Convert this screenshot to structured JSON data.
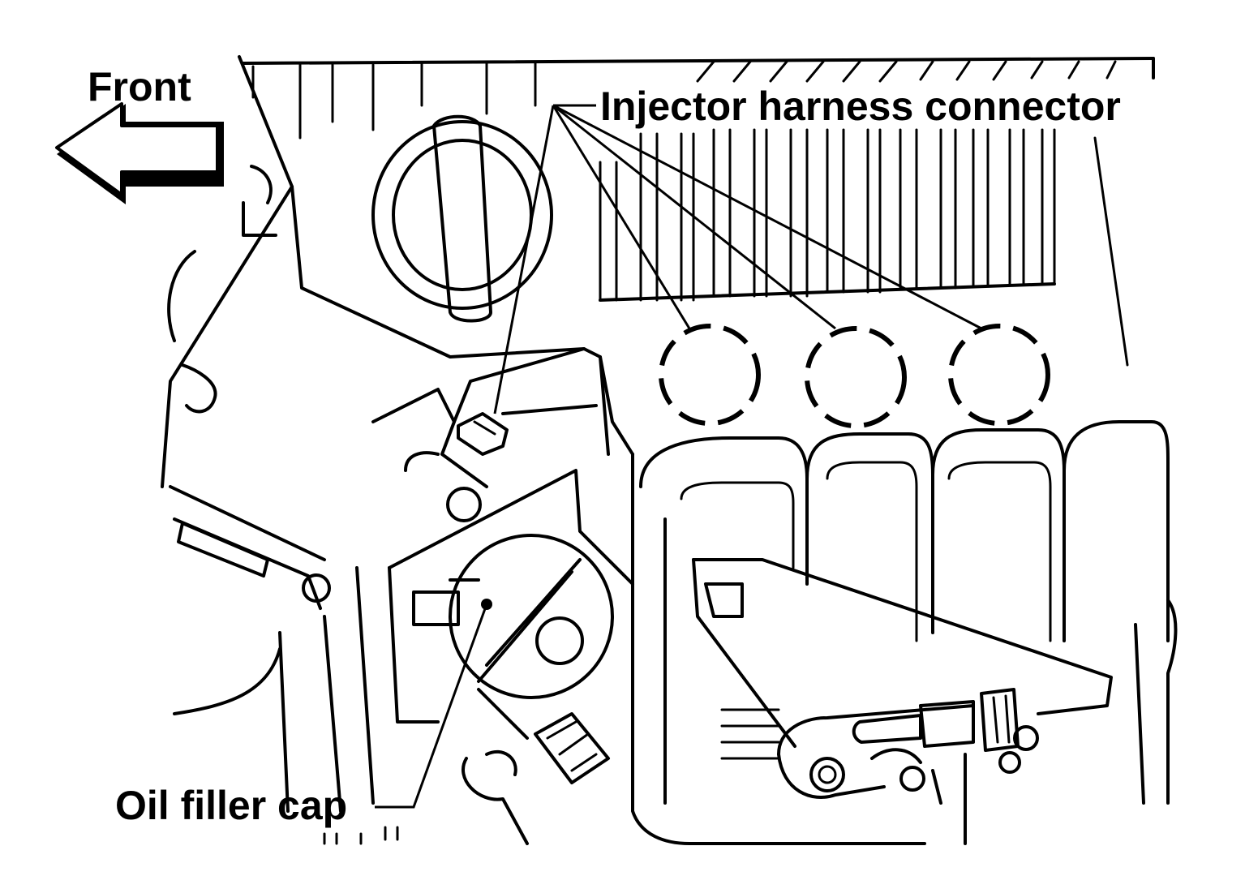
{
  "labels": {
    "front": "Front",
    "injector_harness_connector": "Injector harness connector",
    "oil_filler_cap": "Oil filler cap"
  },
  "colors": {
    "line": "#000000",
    "background": "#ffffff"
  }
}
